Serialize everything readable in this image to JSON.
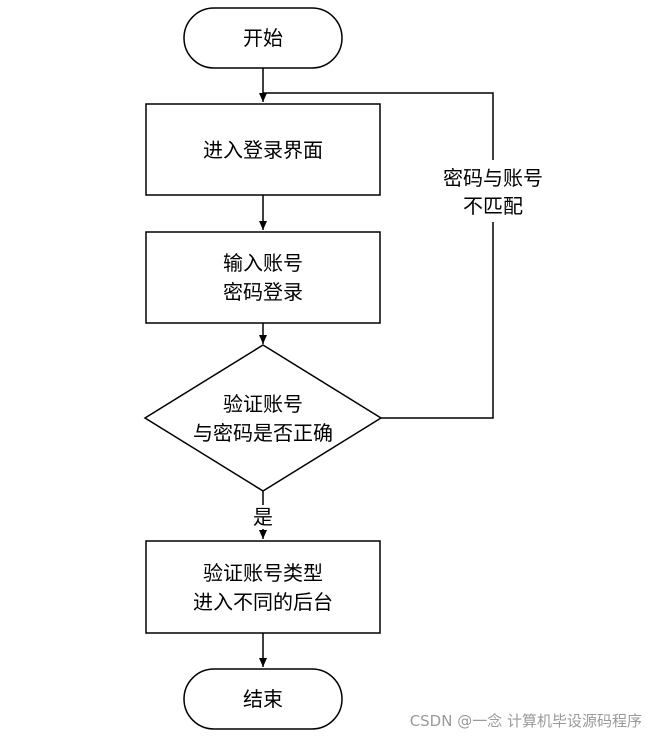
{
  "nodes": {
    "start": "开始",
    "login_page": "进入登录界面",
    "input_line1": "输入账号",
    "input_line2": "密码登录",
    "verify_line1": "验证账号",
    "verify_line2": "与密码是否正确",
    "type_line1": "验证账号类型",
    "type_line2": "进入不同的后台",
    "end": "结束"
  },
  "edges": {
    "yes_label": "是",
    "mismatch_line1": "密码与账号",
    "mismatch_line2": "不匹配"
  },
  "watermark": "CSDN @一念 计算机毕设源码程序"
}
